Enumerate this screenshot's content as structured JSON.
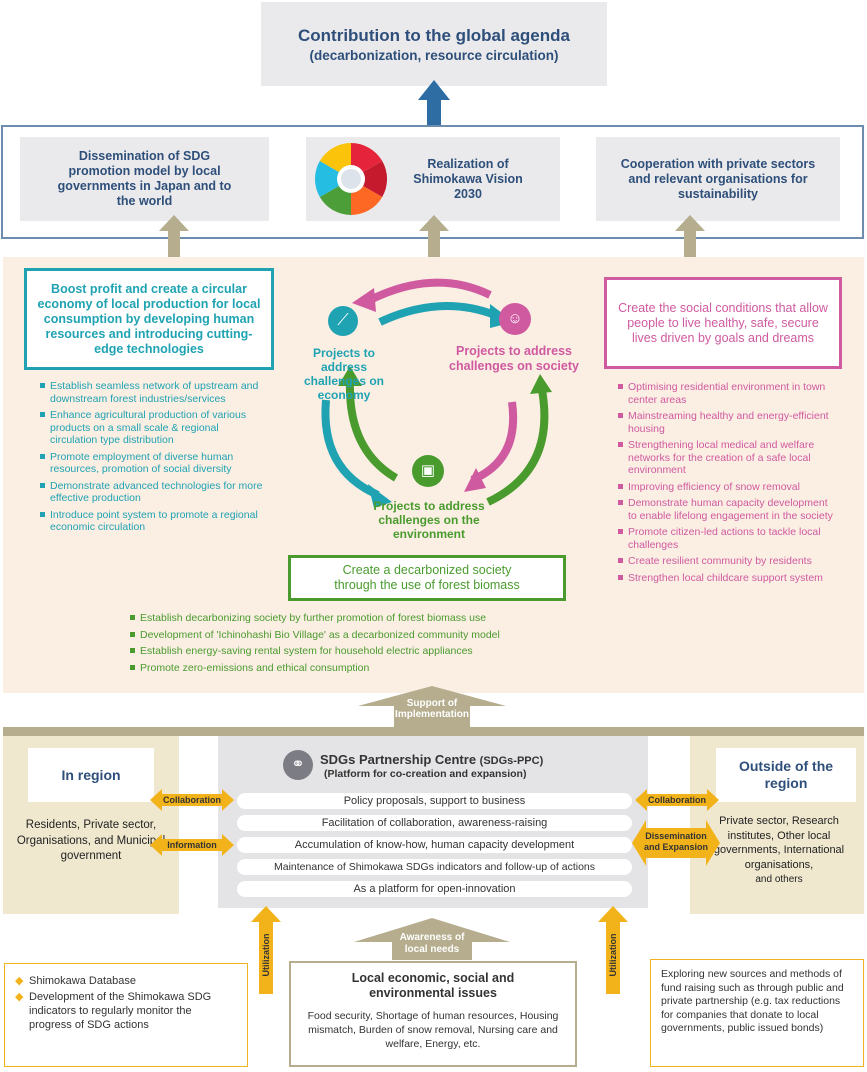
{
  "top": {
    "title": "Contribution to the global agenda",
    "subtitle": "(decarbonization, resource circulation)"
  },
  "tier2": {
    "left": "Dissemination of SDG promotion model by local governments in Japan and to the world",
    "center": "Realization of Shimokawa Vision 2030",
    "right": "Cooperation with private sectors and relevant organisations for sustainability"
  },
  "economy": {
    "heading": "Boost profit and create a circular economy of local production for local consumption by developing human resources and introducing cutting-edge technologies",
    "items": [
      "Establish seamless network of upstream and downstream forest industries/services",
      "Enhance agricultural production of various products on a small scale & regional circulation type distribution",
      "Promote employment of diverse human resources, promotion of social diversity",
      "Demonstrate advanced technologies for more effective production",
      "Introduce point system to promote a regional economic circulation"
    ]
  },
  "society": {
    "heading": "Create the social conditions that allow people to live healthy, safe, secure lives driven by goals and dreams",
    "items": [
      "Optimising residential environment in town center areas",
      "Mainstreaming healthy and energy-efficient housing",
      "Strengthening local medical and welfare networks for the creation of a safe local environment",
      "Improving efficiency of snow removal",
      "Demonstrate human capacity development to enable lifelong engagement in the society",
      "Promote citizen-led actions to tackle local challenges",
      "Create resilient community by residents",
      "Strengthen local childcare support system"
    ]
  },
  "cycle": {
    "economy": "Projects to address challenges on economy",
    "society": "Projects to address challenges on society",
    "environment": "Projects to address challenges on the environment"
  },
  "environment": {
    "heading": "Create a decarbonized society through the use of forest biomass",
    "items": [
      "Establish decarbonizing society by further promotion of forest biomass use",
      "Development of 'Ichinohashi Bio Village' as a decarbonized community model",
      "Establish energy-saving rental system for household electric appliances",
      "Promote zero-emissions and ethical consumption"
    ]
  },
  "support_label": "Support of Implementation",
  "ppc": {
    "title": "SDGs Partnership Centre",
    "title_abbr": "(SDGs-PPC)",
    "subtitle": "(Platform for co-creation and expansion)",
    "rows": [
      "Policy proposals, support to business",
      "Facilitation of collaboration, awareness-raising",
      "Accumulation of know-how, human capacity development",
      "Maintenance of Shimokawa SDGs indicators and follow-up of actions",
      "As a platform for open-innovation"
    ]
  },
  "in_region": {
    "title": "In region",
    "body": "Residents, Private sector, Organisations, and Municipal government"
  },
  "outside": {
    "title": "Outside of the region",
    "body": "Private sector, Research institutes, Other local governments, International organisations,",
    "body_small": "and others"
  },
  "arrows": {
    "collab_left": "Collaboration",
    "info_left": "Information",
    "collab_right": "Collaboration",
    "dissem_right": "Dissemination and Expansion",
    "utilization": "Utilization",
    "awareness": "Awareness of local needs"
  },
  "bottom_left": {
    "items": [
      "Shimokawa Database",
      "Development of the Shimokawa SDG indicators to regularly monitor the progress of SDG actions"
    ]
  },
  "bottom_center": {
    "title": "Local economic, social and environmental issues",
    "body": "Food security, Shortage of human resources, Housing mismatch, Burden of snow removal, Nursing care and welfare, Energy, etc."
  },
  "bottom_right": {
    "body": "Exploring new sources and methods of fund raising such as through public and private partnership (e.g. tax reductions for companies that donate to local governments, public issued bonds)"
  },
  "colors": {
    "navy": "#2e4f7a",
    "teal": "#1fa3b3",
    "pink": "#d05aa0",
    "green": "#4a9b2e",
    "peach": "#fbeee3",
    "tan": "#b5ad8e",
    "gold": "#f2b31a"
  }
}
